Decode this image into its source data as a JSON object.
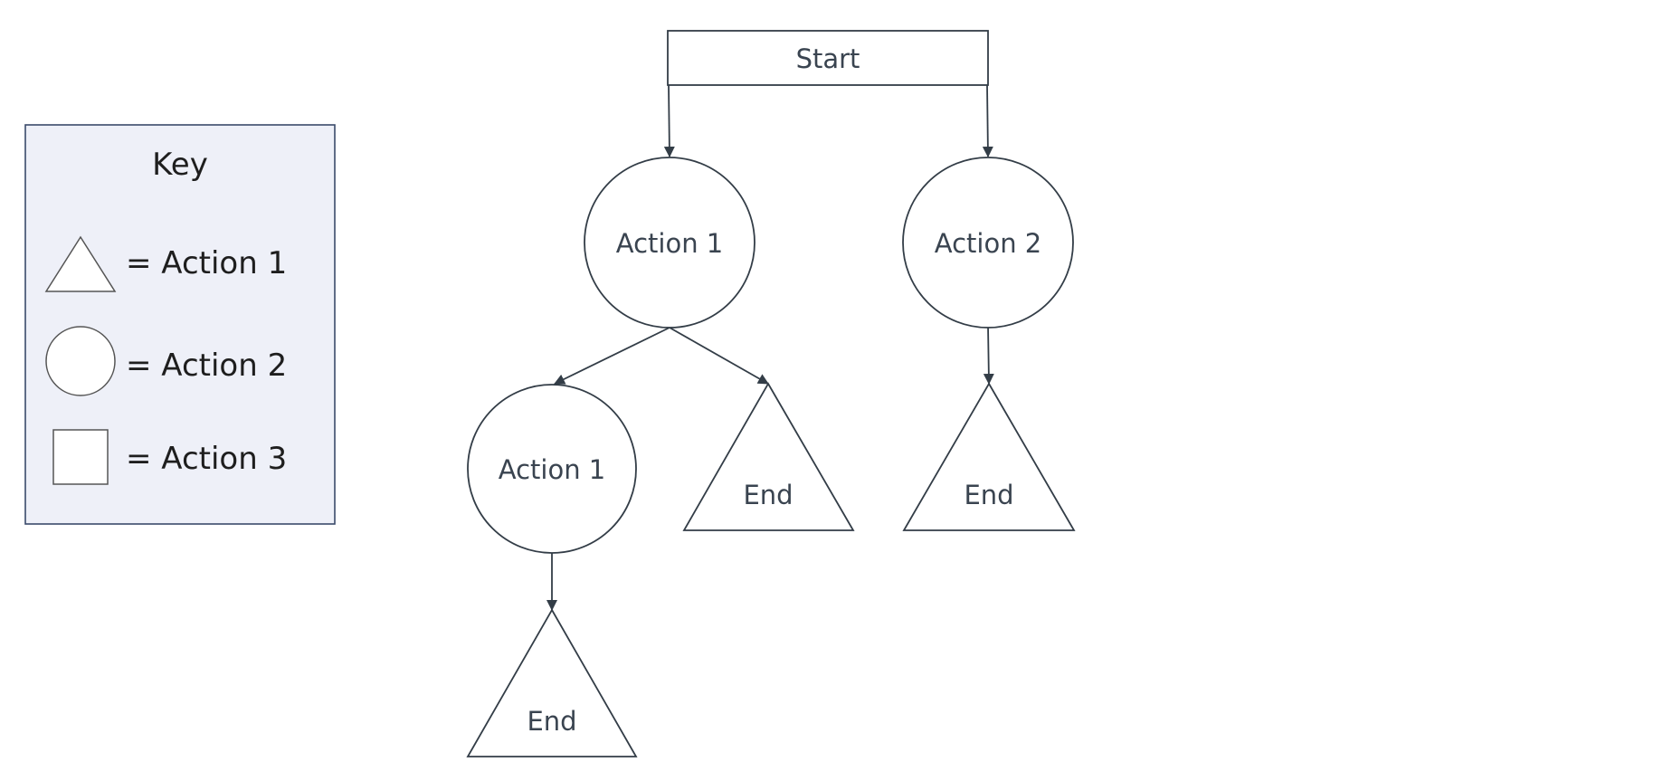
{
  "key": {
    "title": "Key",
    "entries": [
      {
        "shape": "triangle",
        "label": "= Action 1"
      },
      {
        "shape": "circle",
        "label": "= Action 2"
      },
      {
        "shape": "square",
        "label": "= Action 3"
      }
    ]
  },
  "tree": {
    "start": {
      "label": "Start"
    },
    "nodes": {
      "left_action": {
        "label": "Action 1"
      },
      "right_action": {
        "label": "Action 2"
      },
      "left_left_action": {
        "label": "Action 1"
      },
      "left_right_end": {
        "label": "End"
      },
      "right_end": {
        "label": "End"
      },
      "bottom_end": {
        "label": "End"
      }
    }
  },
  "colors": {
    "stroke": "#333d47",
    "key_background": "#eef0f8",
    "key_border": "#3a4a6a",
    "text": "#3a4450"
  }
}
